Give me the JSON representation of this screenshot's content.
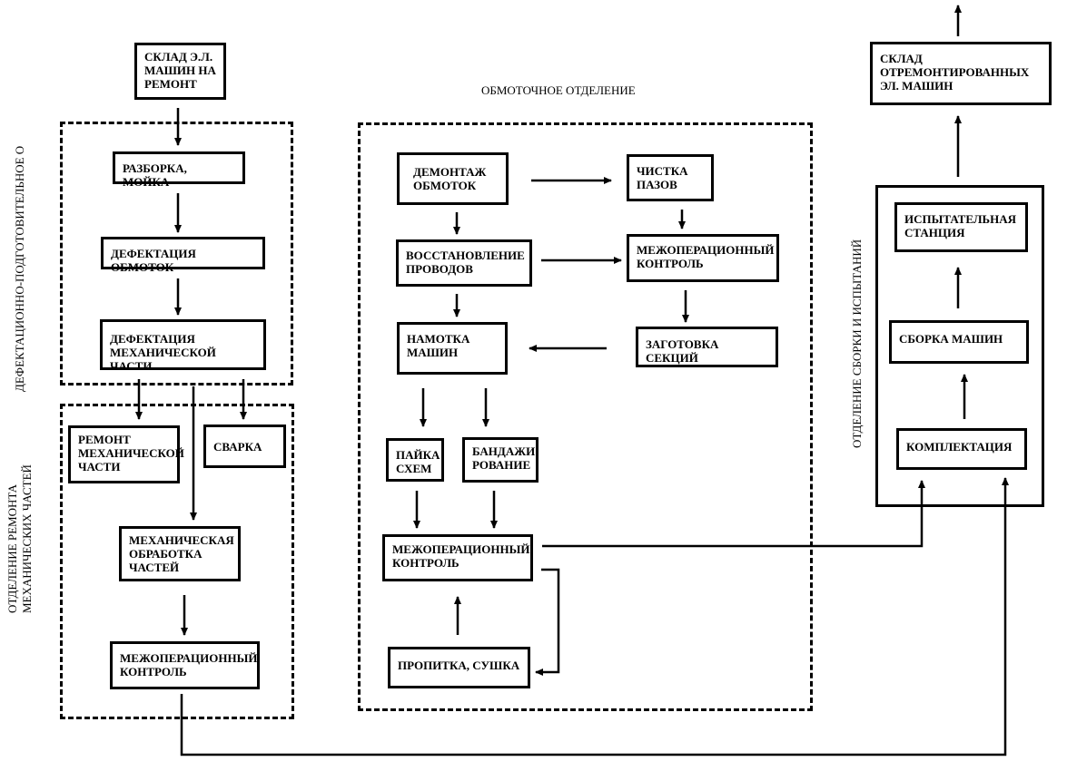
{
  "sections": {
    "defect_prep": "ДЕФЕКТАЦИОННО-ПОДГОТОВИТЕЛЬНОЕ О",
    "mech_repair_line1": "ОТДЕЛЕНИЕ РЕМОНТА",
    "mech_repair_line2": "МЕХАНИЧЕСКИХ ЧАСТЕЙ",
    "winding": "ОБМОТОЧНОЕ ОТДЕЛЕНИЕ",
    "assembly_test": "ОТДЕЛЕНИЕ СБОРКИ И ИСПЫТАНИЙ"
  },
  "boxes": {
    "warehouse_in": "СКЛАД Э.Л.\nМАШИН НА\nРЕМОНТ",
    "disassembly": "РАЗБОРКА, МОЙКА",
    "defect_windings": "ДЕФЕКТАЦИЯ ОБМОТОК",
    "defect_mech": "ДЕФЕКТАЦИЯ\nМЕХАНИЧЕСКОЙ ЧАСТИ",
    "repair_mech": "РЕМОНТ\nМЕХАНИЧЕСКОЙ\nЧАСТИ",
    "welding": "СВАРКА",
    "machining": "МЕХАНИЧЕСКАЯ\nОБРАБОТКА\nЧАСТЕЙ",
    "interop_control_mech": "МЕЖОПЕРАЦИОННЫЙ\nКОНТРОЛЬ",
    "dismantle_windings": "ДЕМОНТАЖ\nОБМОТОК",
    "clean_slots": "ЧИСТКА\nПАЗОВ",
    "restore_wires": "ВОССТАНОВЛЕНИЕ\nПРОВОДОВ",
    "interop_control_w1": "МЕЖОПЕРАЦИОННЫЙ\nКОНТРОЛЬ",
    "winding_machines": "НАМОТКА\nМАШИН",
    "section_prep": "ЗАГОТОВКА СЕКЦИЙ",
    "solder_circuits": "ПАЙКА\nСХЕМ",
    "banding": "БАНДАЖИ\nРОВАНИЕ",
    "interop_control_w2": "МЕЖОПЕРАЦИОННЫЙ\nКОНТРОЛЬ",
    "impregnation_drying": "ПРОПИТКА, СУШКА",
    "warehouse_out": "СКЛАД\nОТРЕМОНТИРОВАННЫХ\nЭЛ. МАШИН",
    "test_station": "ИСПЫТАТЕЛЬНАЯ\nСТАНЦИЯ",
    "machine_assembly": "СБОРКА МАШИН",
    "kitting": "КОМПЛЕКТАЦИЯ"
  }
}
